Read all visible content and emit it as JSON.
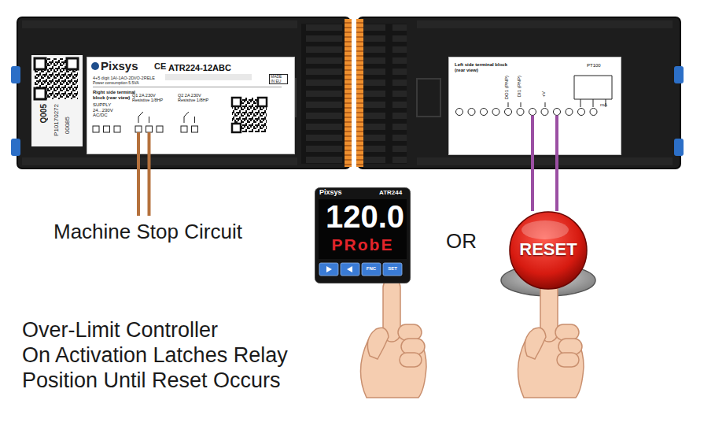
{
  "diagram": {
    "nodes": [
      {
        "text": [
          "Pixsys",
          "CE",
          "ATR224-12ABC",
          "4+5 digit 1AI-1AO-2DI/O-2RELE",
          "Power consumption 5.5VA",
          "MADE IN EU",
          "Right side terminal block (rear view)",
          "SUPPLY 24...230V AC/DC",
          "Q1 2A 230V Resistive 1/8HP",
          "Q2 2A 230V Resistive 1/8HP"
        ]
      },
      {
        "text": [
          "Left side terminal block (rear view)",
          "DO1 (PNP)",
          "DI1 (PNP)",
          "+V",
          "PT100",
          "mA"
        ]
      },
      {
        "text": [
          "Pixsys",
          "ATR244",
          "120.0",
          "PRobE",
          "FNC",
          "SET"
        ]
      },
      {
        "text": [
          "RESET"
        ]
      }
    ],
    "edges": [
      {
        "from": 1,
        "to": 3,
        "arrow": "none"
      },
      {
        "from": 1,
        "to": 3,
        "arrow": "none"
      }
    ],
    "labels": [
      "Q005",
      "P10170272",
      "00085",
      "Machine Stop Circuit",
      "OR",
      "Over-Limit Controller",
      "On Activation Latches Relay",
      "Position Until Reset Occurs"
    ]
  }
}
